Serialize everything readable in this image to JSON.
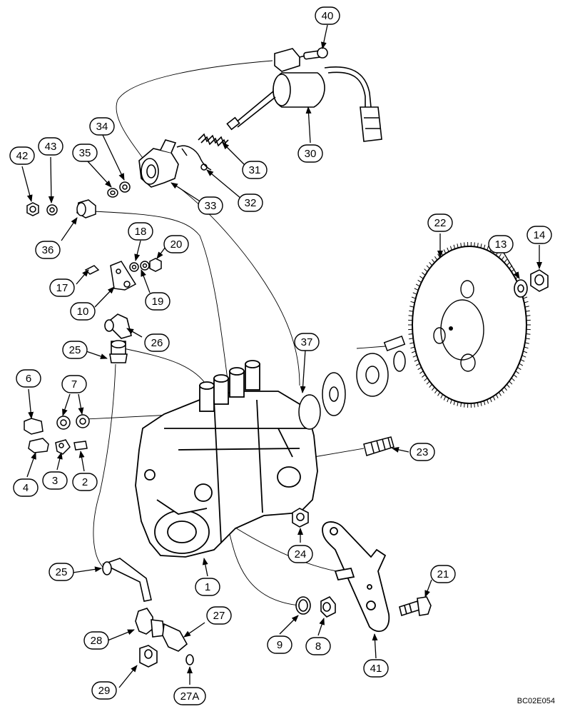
{
  "drawing_id": "BC02E054",
  "callouts": [
    {
      "name": "callout-40",
      "text": "40"
    },
    {
      "name": "callout-30",
      "text": "30"
    },
    {
      "name": "callout-31",
      "text": "31"
    },
    {
      "name": "callout-32",
      "text": "32"
    },
    {
      "name": "callout-33",
      "text": "33"
    },
    {
      "name": "callout-34",
      "text": "34"
    },
    {
      "name": "callout-35",
      "text": "35"
    },
    {
      "name": "callout-42",
      "text": "42"
    },
    {
      "name": "callout-43",
      "text": "43"
    },
    {
      "name": "callout-36",
      "text": "36"
    },
    {
      "name": "callout-18",
      "text": "18"
    },
    {
      "name": "callout-20",
      "text": "20"
    },
    {
      "name": "callout-17",
      "text": "17"
    },
    {
      "name": "callout-19",
      "text": "19"
    },
    {
      "name": "callout-10",
      "text": "10"
    },
    {
      "name": "callout-26",
      "text": "26"
    },
    {
      "name": "callout-25-top",
      "text": "25"
    },
    {
      "name": "callout-6",
      "text": "6"
    },
    {
      "name": "callout-7",
      "text": "7"
    },
    {
      "name": "callout-4",
      "text": "4"
    },
    {
      "name": "callout-3",
      "text": "3"
    },
    {
      "name": "callout-2",
      "text": "2"
    },
    {
      "name": "callout-22",
      "text": "22"
    },
    {
      "name": "callout-13",
      "text": "13"
    },
    {
      "name": "callout-14",
      "text": "14"
    },
    {
      "name": "callout-37",
      "text": "37"
    },
    {
      "name": "callout-23",
      "text": "23"
    },
    {
      "name": "callout-24",
      "text": "24"
    },
    {
      "name": "callout-25-bottom",
      "text": "25"
    },
    {
      "name": "callout-1",
      "text": "1"
    },
    {
      "name": "callout-21",
      "text": "21"
    },
    {
      "name": "callout-27",
      "text": "27"
    },
    {
      "name": "callout-28",
      "text": "28"
    },
    {
      "name": "callout-9",
      "text": "9"
    },
    {
      "name": "callout-8",
      "text": "8"
    },
    {
      "name": "callout-41",
      "text": "41"
    },
    {
      "name": "callout-29",
      "text": "29"
    },
    {
      "name": "callout-27a",
      "text": "27A"
    }
  ]
}
